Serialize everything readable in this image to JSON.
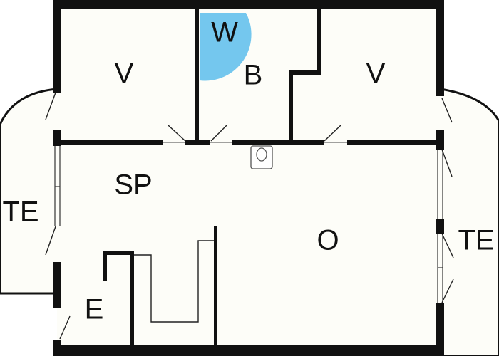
{
  "colors": {
    "background": "#ffffff",
    "floor": "#fdfdf8",
    "wall": "#111111",
    "wc": "#74c7ee",
    "line": "#222222"
  },
  "rooms": {
    "v_left": "V",
    "w": "W",
    "b": "B",
    "v_right": "V",
    "sp": "SP",
    "te_left": "TE",
    "o": "O",
    "te_right": "TE",
    "e": "E"
  },
  "icons": {
    "toilet": "toilet-icon",
    "wc_door_swing": "door-swing-icon"
  }
}
